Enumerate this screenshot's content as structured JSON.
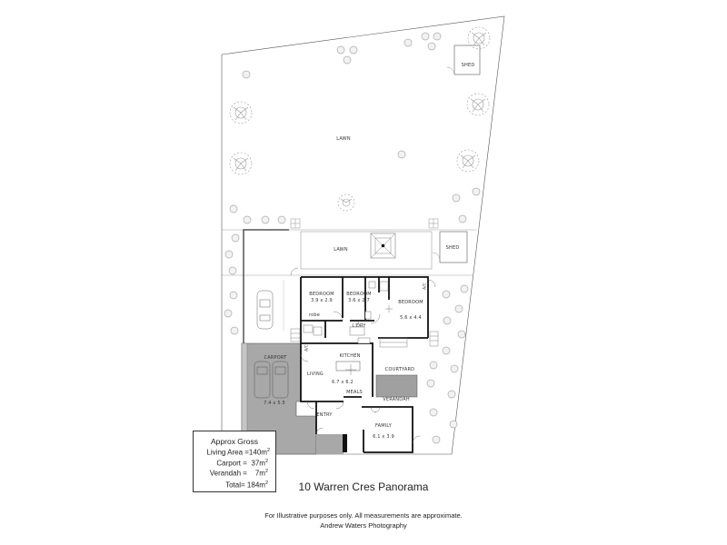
{
  "plan": {
    "title": "10 Warren Cres Panorama",
    "disclaimer": "For Illustrative purposes only.  All measurements are approximate.",
    "credit": "Andrew Waters Photography",
    "colors": {
      "line": "#444444",
      "wall": "#111111",
      "carport_fill": "#a8a8a8",
      "verandah_fill": "#a0a0a0",
      "tree_stroke": "#999999"
    }
  },
  "area_summary": {
    "heading": "Approx Gross",
    "rows": [
      {
        "label": "Living Area =",
        "value": "140m",
        "unit_sup": "2"
      },
      {
        "label": "Carport =",
        "value": "37m",
        "unit_sup": "2"
      },
      {
        "label": "Verandah =",
        "value": "7m",
        "unit_sup": "2"
      },
      {
        "label": "Total=",
        "value": "184m",
        "unit_sup": "2"
      }
    ]
  },
  "rooms": [
    {
      "name": "BEDROOM",
      "dims": "3.9 x 2.9"
    },
    {
      "name": "BEDROOM",
      "dims": "3.6 x 2.7"
    },
    {
      "name": "BEDROOM",
      "dims": "5.6 x 4.4"
    },
    {
      "name": "robe"
    },
    {
      "name": "L'DRY"
    },
    {
      "name": "KITCHEN"
    },
    {
      "name": "LIVING",
      "dims": "6.7 x 6.2"
    },
    {
      "name": "MEALS"
    },
    {
      "name": "COURTYARD"
    },
    {
      "name": "VERANDAH"
    },
    {
      "name": "ENTRY"
    },
    {
      "name": "FAMILY",
      "dims": "6.1 x 3.9"
    },
    {
      "name": "CARPORT",
      "dims": "7.4 x 5.5"
    }
  ],
  "outdoor": {
    "lawn_upper": "LAWN",
    "lawn_lower": "LAWN",
    "shed_upper": "SHED",
    "shed_lower": "SHED"
  },
  "fixtures": {
    "ac_1": "A/C",
    "ac_2": "A/C"
  }
}
